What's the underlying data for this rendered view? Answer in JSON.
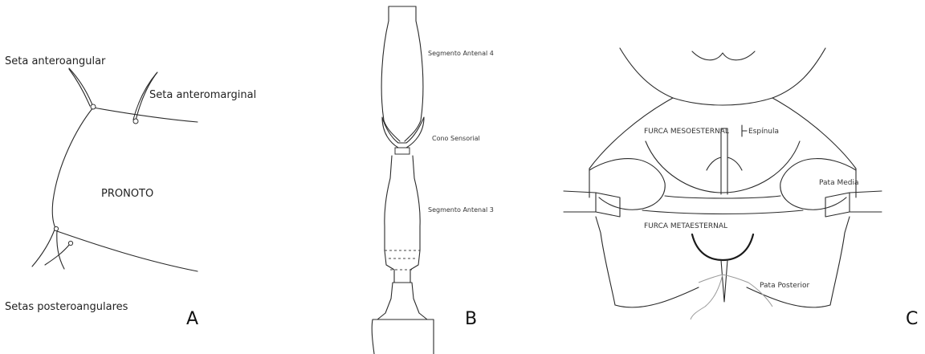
{
  "panels": [
    {
      "letter": "A",
      "labels": {
        "seta_anteroangular": "Seta anteroangular",
        "seta_anteromarginal": "Seta anteromarginal",
        "pronoto": "PRONOTO",
        "setas_posteroangulares": "Setas posteroangulares"
      }
    },
    {
      "letter": "B",
      "labels": {
        "segmento_antenal_4": "Segmento Antenal 4",
        "cono_sensorial": "Cono Sensorial",
        "segmento_antenal_3": "Segmento Antenal 3"
      }
    },
    {
      "letter": "C",
      "labels": {
        "furca_mesoesternal": "FURCA MESOESTERNAL",
        "espinula": "Espínula",
        "pata_media": "Pata Media",
        "furca_metaesternal": "FURCA METAESTERNAL",
        "pata_posterior": "Pata Posterior"
      }
    }
  ]
}
